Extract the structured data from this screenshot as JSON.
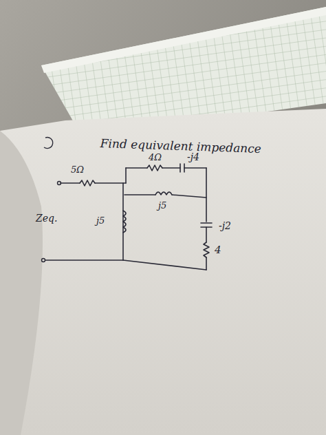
{
  "diagram": {
    "title": "Find equivalent impedance",
    "labels": [
      "4Ω",
      "-j4",
      "5Ω",
      "j5",
      "-j2",
      "4",
      "Zeq.",
      "j5"
    ]
  }
}
